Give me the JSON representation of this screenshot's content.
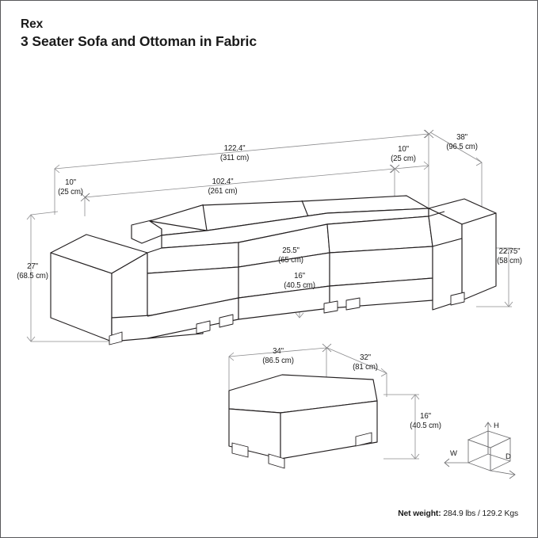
{
  "header": {
    "brand": "Rex",
    "product": "3 Seater Sofa and Ottoman in Fabric"
  },
  "colors": {
    "ink": "#1a1a1a",
    "outline": "#231f20",
    "dimension_line": "#8c8c8e",
    "border": "#58585a",
    "background": "#ffffff"
  },
  "sofa_dimensions": {
    "overall_width": {
      "imperial": "122.4\"",
      "metric": "(311 cm)"
    },
    "seat_width": {
      "imperial": "102.4\"",
      "metric": "(261 cm)"
    },
    "left_arm_width": {
      "imperial": "10\"",
      "metric": "(25 cm)"
    },
    "right_arm_width": {
      "imperial": "10\"",
      "metric": "(25 cm)"
    },
    "depth": {
      "imperial": "38\"",
      "metric": "(96.5 cm)"
    },
    "overall_height": {
      "imperial": "27\"",
      "metric": "(68.5 cm)"
    },
    "arm_height": {
      "imperial": "22.75\"",
      "metric": "(58 cm)"
    },
    "seat_depth": {
      "imperial": "25.5\"",
      "metric": "(65 cm)"
    },
    "seat_height": {
      "imperial": "16\"",
      "metric": "(40.5 cm)"
    }
  },
  "ottoman_dimensions": {
    "width": {
      "imperial": "34\"",
      "metric": "(86.5 cm)"
    },
    "depth": {
      "imperial": "32\"",
      "metric": "(81 cm)"
    },
    "height": {
      "imperial": "16\"",
      "metric": "(40.5 cm)"
    }
  },
  "legend_cube": {
    "width_axis": "W",
    "depth_axis": "D",
    "height_axis": "H"
  },
  "footer": {
    "net_weight_label": "Net weight:",
    "net_weight_value": "284.9 lbs / 129.2 Kgs"
  }
}
